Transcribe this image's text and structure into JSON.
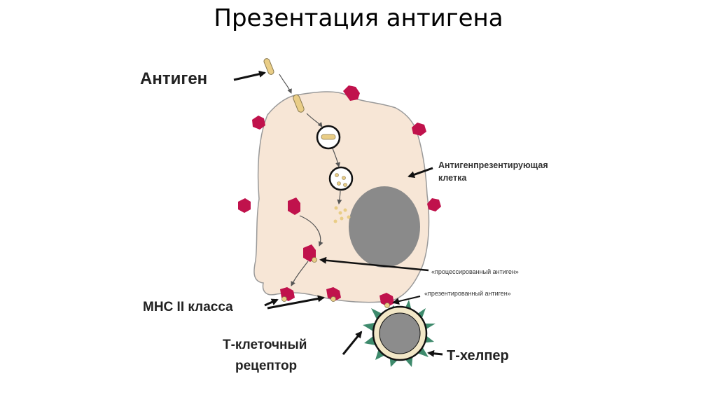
{
  "slide": {
    "title": "Презентация антигена"
  },
  "diagram": {
    "labels": {
      "antigen": "Антиген",
      "apc_line1": "Антигенпрезентирующая",
      "apc_line2": "клетка",
      "processed_antigen": "«процессированный антиген»",
      "presented_antigen": "«презентированный антиген»",
      "mhc": "MHC II класса",
      "tcr_line1": "Т-клеточный",
      "tcr_line2": "рецептор",
      "t_helper": "Т-хелпер"
    },
    "colors": {
      "cell_fill": "#f7e6d6",
      "cell_stroke": "#9a9a9a",
      "nucleus": "#8a8a8a",
      "mhc": "#c0124c",
      "antigen": "#e9cd86",
      "t_cell_spikes": "#3e8a6c",
      "t_cell_ring": "#f2e7c7",
      "t_cell_core": "#8c8c8c",
      "arrow": "#111111"
    }
  }
}
